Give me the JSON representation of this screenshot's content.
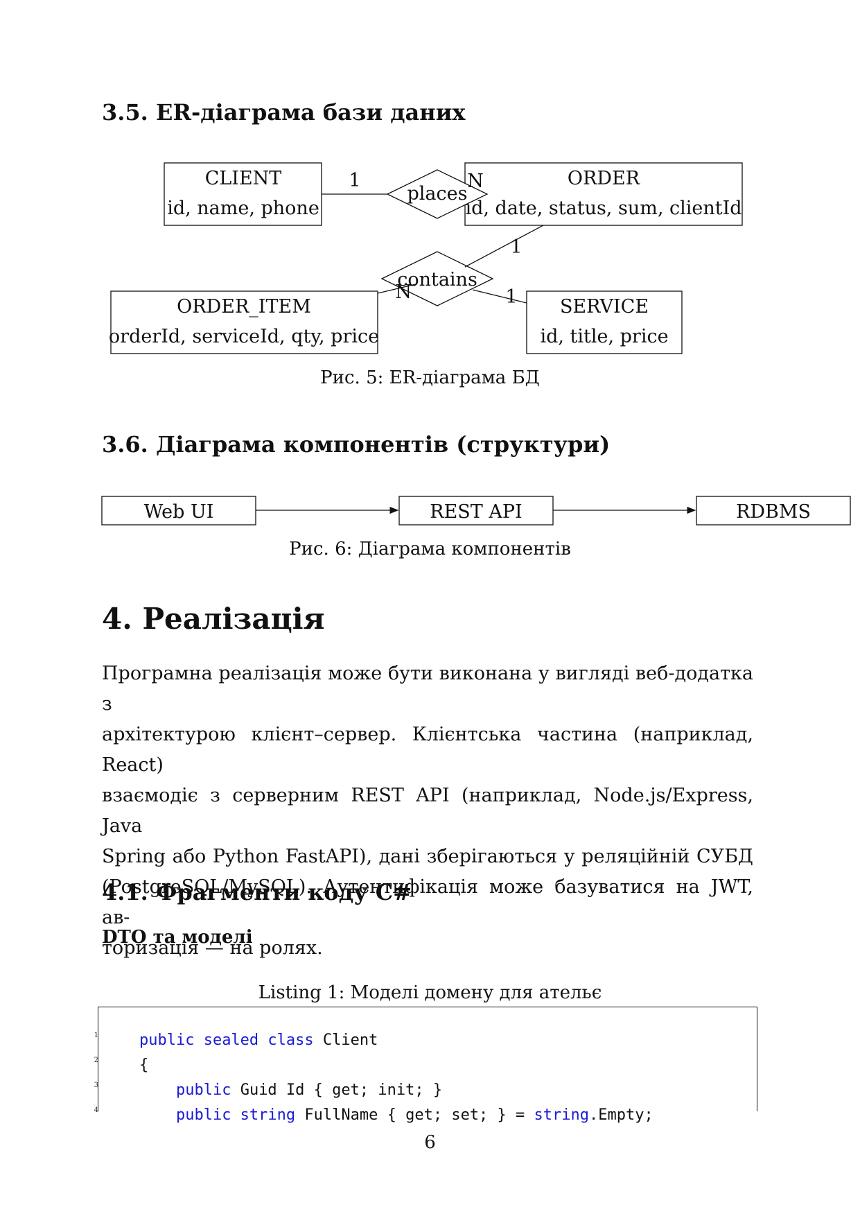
{
  "sections": {
    "s35_title": "3.5. ER-діаграма бази даних",
    "s36_title": "3.6. Діаграма компонентів (структури)",
    "s4_title": "4. Реалізація",
    "s41_title": "4.1. Фрагменти коду C#",
    "s41_sub": "DTO та моделі"
  },
  "er_diagram": {
    "entities": {
      "client": {
        "name": "CLIENT",
        "attrs": "id, name, phone"
      },
      "order": {
        "name": "ORDER",
        "attrs": "id, date, status, sum, clientId"
      },
      "order_item": {
        "name": "ORDER_ITEM",
        "attrs": "orderId, serviceId, qty, price"
      },
      "service": {
        "name": "SERVICE",
        "attrs": "id, title, price"
      }
    },
    "relations": {
      "places": "places",
      "contains": "contains"
    },
    "cardinalities": {
      "client_places": "1",
      "places_order": "N",
      "order_contains": "1",
      "contains_item": "N",
      "contains_service": "1"
    },
    "caption": "Рис. 5: ER-діаграма БД"
  },
  "component_diagram": {
    "nodes": {
      "web": "Web UI",
      "api": "REST API",
      "db": "RDBMS"
    },
    "caption": "Рис. 6: Діаграма компонентів"
  },
  "paragraph": {
    "lines": [
      "Програмна реалізація може бути виконана у вигляді веб-додатка з",
      "архітектурою клієнт–сервер. Клієнтська частина (наприклад, React)",
      "взаємодіє з серверним REST API (наприклад, Node.js/Express, Java",
      "Spring або Python FastAPI), дані зберігаються у реляційній СУБД",
      "(PostgreSQL/MySQL). Аутентифікація може базуватися на JWT, ав-",
      "торизація — на ролях."
    ]
  },
  "listing": {
    "caption": "Listing 1: Моделі домену для ательє",
    "line_numbers": [
      "1",
      "2",
      "3",
      "4"
    ],
    "lines": [
      {
        "kw": "public sealed class",
        "rest": " Client"
      },
      {
        "kw": "",
        "rest": "{"
      },
      {
        "kw": "public",
        "rest": " Guid Id { get; init; }"
      },
      {
        "kw": "public string",
        "rest": " FullName { get; set; } = ",
        "kw2": "string",
        "rest2": ".Empty;"
      }
    ]
  },
  "page_number": "6"
}
